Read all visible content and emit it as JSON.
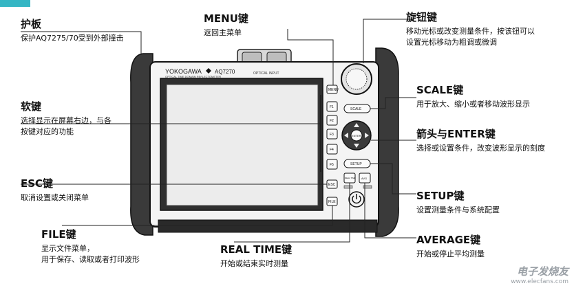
{
  "corner_tag": "",
  "device": {
    "brand": "YOKOGAWA",
    "model": "AQ7270",
    "subtitle": "OPTICAL TIME DOMAIN REFLECTOMETER",
    "port_label": "OPTICAL INPUT",
    "buttons": {
      "menu": "MENU",
      "f1": "F1",
      "f2": "F2",
      "f3": "F3",
      "f4": "F4",
      "f5": "F5",
      "esc": "ESC",
      "file": "FILE",
      "scale": "SCALE",
      "enter": "ENTER",
      "setup": "SETUP",
      "realtime": "REAL TIME",
      "avg": "AVG"
    }
  },
  "callouts": {
    "protector": {
      "title": "护板",
      "desc": "保护AQ7275/70受到外部撞击"
    },
    "menu": {
      "title": "MENU键",
      "desc": "返回主菜单"
    },
    "knob": {
      "title": "旋钮键",
      "desc1": "移动光标或改变测量条件，按该钮可以",
      "desc2": "设置光标移动为粗调或微调"
    },
    "softkey": {
      "title": "软键",
      "desc1": "选择显示在屏幕右边，与各",
      "desc2": "按键对应的功能"
    },
    "scale": {
      "title": "SCALE键",
      "desc": "用于放大、缩小或者移动波形显示"
    },
    "arrow": {
      "title": "箭头与ENTER键",
      "desc": "选择或设置条件，改变波形显示的刻度"
    },
    "esc": {
      "title": "ESC键",
      "desc": "取消设置或关闭菜单"
    },
    "setup": {
      "title": "SETUP键",
      "desc": "设置测量条件与系统配置"
    },
    "file": {
      "title": "FILE键",
      "desc1": "显示文件菜单，",
      "desc2": "用于保存、读取或者打印波形"
    },
    "realtime": {
      "title": "REAL TIME键",
      "desc": "开始或结束实时测量"
    },
    "average": {
      "title": "AVERAGE键",
      "desc": "开始或停止平均测量"
    }
  },
  "watermark": {
    "cn": "电子发烧友",
    "url": "www.elecfans.com"
  }
}
